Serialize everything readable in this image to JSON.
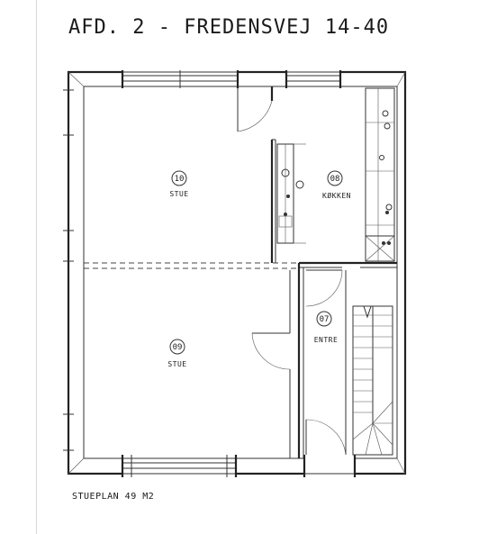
{
  "title": "AFD. 2 - FREDENSVEJ 14-40",
  "caption": "STUEPLAN 49 M2",
  "rooms": [
    {
      "number": "10",
      "name": "STUE"
    },
    {
      "number": "08",
      "name": "KØKKEN"
    },
    {
      "number": "07",
      "name": "ENTRE"
    },
    {
      "number": "09",
      "name": "STUE"
    }
  ]
}
